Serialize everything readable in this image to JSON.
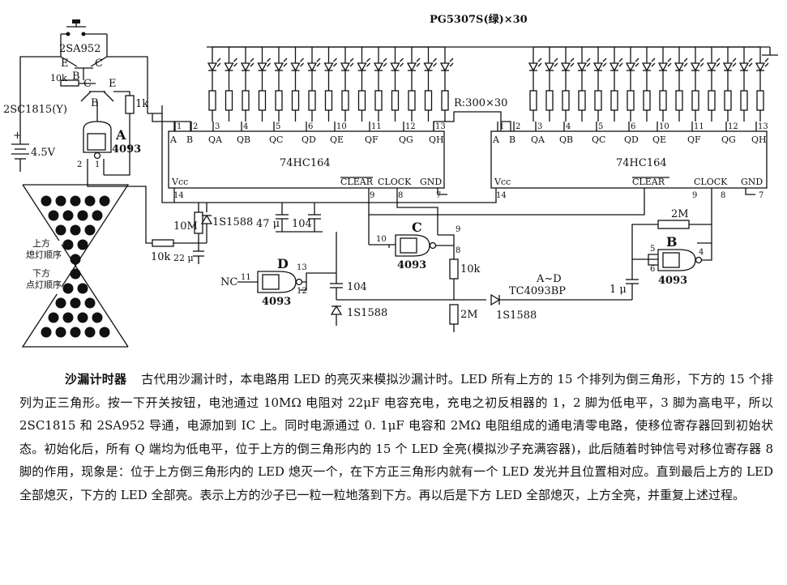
{
  "labels": {
    "led_part": "PG5307S(绿)×30",
    "resistor_array": "R:300×30",
    "pnp": "2SA952",
    "npn": "2SC1815(Y)",
    "r_10k_top": "10k",
    "r_1k": "1k",
    "battery": "4.5V",
    "plus": "+",
    "pin_b": "B",
    "pin_c": "C",
    "pin_e": "E",
    "gate_a": "A",
    "gate_b": "B",
    "gate_c": "C",
    "gate_d": "D",
    "gate_ic": "4093",
    "shift_reg": "74HC164",
    "vcc": "Vcc",
    "clear": "CLEAR",
    "clock": "CLOCK",
    "gnd": "GND",
    "r_10m": "10M",
    "r_10k": "10k",
    "c_22u": "22 μ",
    "d_1s1588": "1S1588",
    "c_47u": "47 μ",
    "c_104": "104",
    "nc": "NC",
    "r_2m": "2M",
    "r_2m_right": "2M",
    "c_1u": "1 μ",
    "ad": "A~D",
    "tc4093": "TC4093BP",
    "top_seq": "上方\n熄灯顺序",
    "bottom_seq": "下方\n点灯顺序"
  },
  "pins": {
    "a": "A",
    "b": "B",
    "qa": "QA",
    "qb": "QB",
    "qc": "QC",
    "qd": "QD",
    "qe": "QE",
    "qf": "QF",
    "qg": "QG",
    "qh": "QH",
    "n1": "1",
    "n2": "2",
    "n3": "3",
    "n4": "4",
    "n5": "5",
    "n6": "6",
    "n8": "8",
    "n9": "9",
    "n10": "10",
    "n11": "11",
    "n12": "12",
    "n13": "13",
    "n14": "14",
    "n7": "7"
  },
  "description": {
    "title": "沙漏计时器",
    "body": "古代用沙漏计时，本电路用 LED 的亮灭来模拟沙漏计时。LED 所有上方的 15 个排列为倒三角形，下方的 15 个排列为正三角形。按一下开关按钮，电池通过 10MΩ 电阻对 22μF 电容充电，充电之初反相器的 1，2 脚为低电平，3 脚为高电平，所以 2SC1815 和 2SA952 导通，电源加到 IC 上。同时电源通过 0. 1μF 电容和 2MΩ 电阻组成的通电清零电路，使移位寄存器回到初始状态。初始化后，所有 Q 端均为低电平，位于上方的倒三角形内的 15 个 LED 全亮(模拟沙子充满容器)，此后随着时钟信号对移位寄存器 8 脚的作用，现象是：位于上方倒三角形内的 LED 熄灭一个，在下方正三角形内就有一个 LED 发光并且位置相对应。直到最后上方的 LED 全部熄灭，下方的 LED 全部亮。表示上方的沙子已一粒一粒地落到下方。再以后是下方 LED 全部熄灭，上方全亮，并重复上述过程。"
  }
}
